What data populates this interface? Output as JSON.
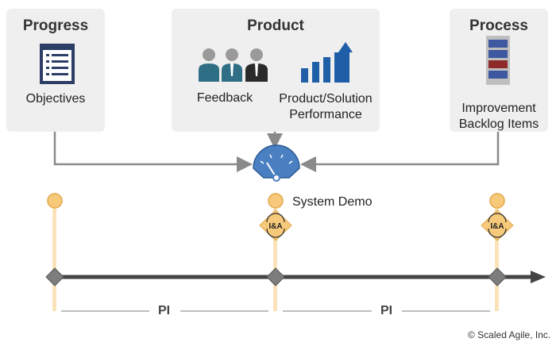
{
  "boxes": {
    "progress": {
      "title": "Progress",
      "label": "Objectives"
    },
    "product": {
      "title": "Product",
      "feedback": "Feedback",
      "performance_line1": "Product/Solution",
      "performance_line2": "Performance"
    },
    "process": {
      "title": "Process",
      "line1": "Improvement",
      "line2": "Backlog Items"
    }
  },
  "timeline": {
    "demo_label": "System Demo",
    "pi_label_1": "PI",
    "pi_label_2": "PI",
    "ia_badge": "I&A"
  },
  "footer": {
    "copyright": "© Scaled Agile, Inc."
  },
  "colors": {
    "box_bg": "#efefef",
    "icon_navy": "#2c3e66",
    "bar_blue": "#1f5fa8",
    "gauge_blue": "#4a7fc1",
    "milestone_yellow": "#f7c97a",
    "milestone_line": "#fbe3b9",
    "timeline_dark": "#444444",
    "diamond_gray": "#7d7d7d",
    "backlog_red": "#8e2a2a",
    "backlog_blue": "#3d57a0"
  }
}
